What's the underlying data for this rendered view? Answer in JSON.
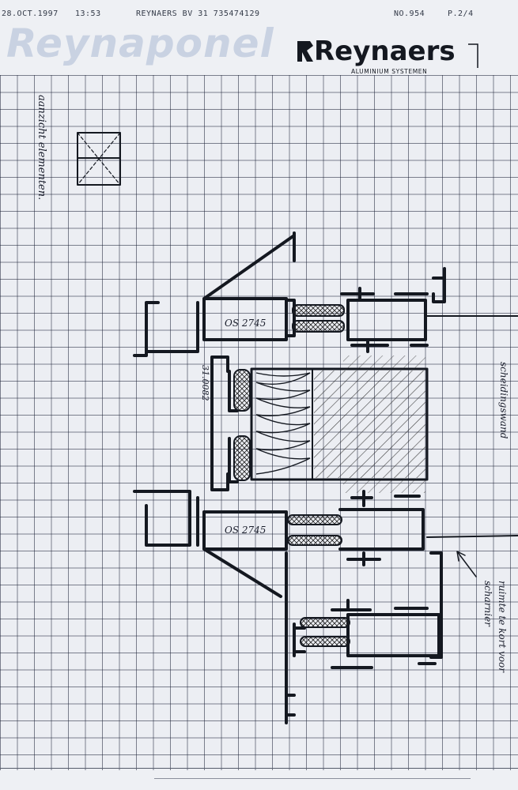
{
  "fax_header": {
    "date": "28.OCT.1997",
    "time": "13:53",
    "sender": "REYNAERS BV 31 735474129",
    "number": "NO.954",
    "page": "P.2/4"
  },
  "watermark": "Reynaponel",
  "logo": {
    "name": "Reynaers",
    "subtitle": "ALUMINIUM SYSTEMEN"
  },
  "annotations": {
    "top_left": "aanzicht elementen.",
    "profile_upper": "OS 2745",
    "profile_lower": "OS 2745",
    "profile_vertical": "31.0082",
    "right_upper": "scheidingswand",
    "right_lower_line1": "ruimte te kort voor",
    "right_lower_line2": "scharnier"
  },
  "colors": {
    "ink": "#141820",
    "grid": "#1e2337",
    "paper": "#eef0f4",
    "watermark": "#c9d2e2"
  }
}
